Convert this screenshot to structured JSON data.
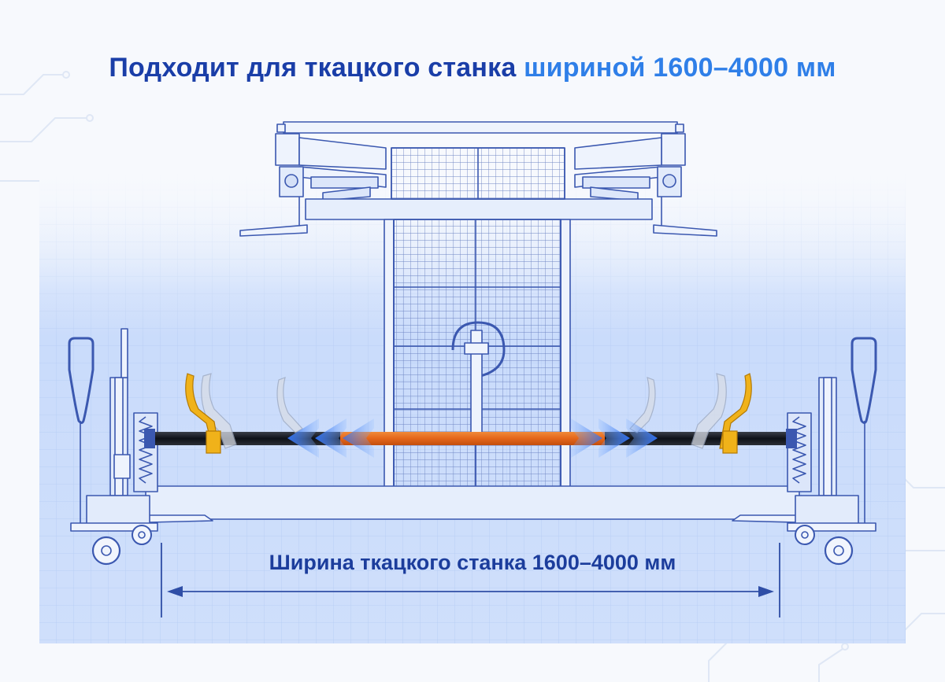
{
  "headline": {
    "part1": "Подходит для ткацкого станка",
    "part2": "шириной 1600–4000 мм"
  },
  "width_label": "Ширина ткацкого станка 1600–4000 мм",
  "colors": {
    "title_dark": "#1a3ea8",
    "title_light": "#2f7fe8",
    "label": "#1c3d9c",
    "line": "#3b58b0",
    "panel_grid": "#bcd2f5",
    "beam_center": "#e8731c",
    "clamp": "#f0b21a",
    "arrow": "#3a7cf0"
  },
  "icons": [
    "double-arrow-left-icon",
    "double-arrow-right-icon",
    "dimension-arrow-icon"
  ]
}
